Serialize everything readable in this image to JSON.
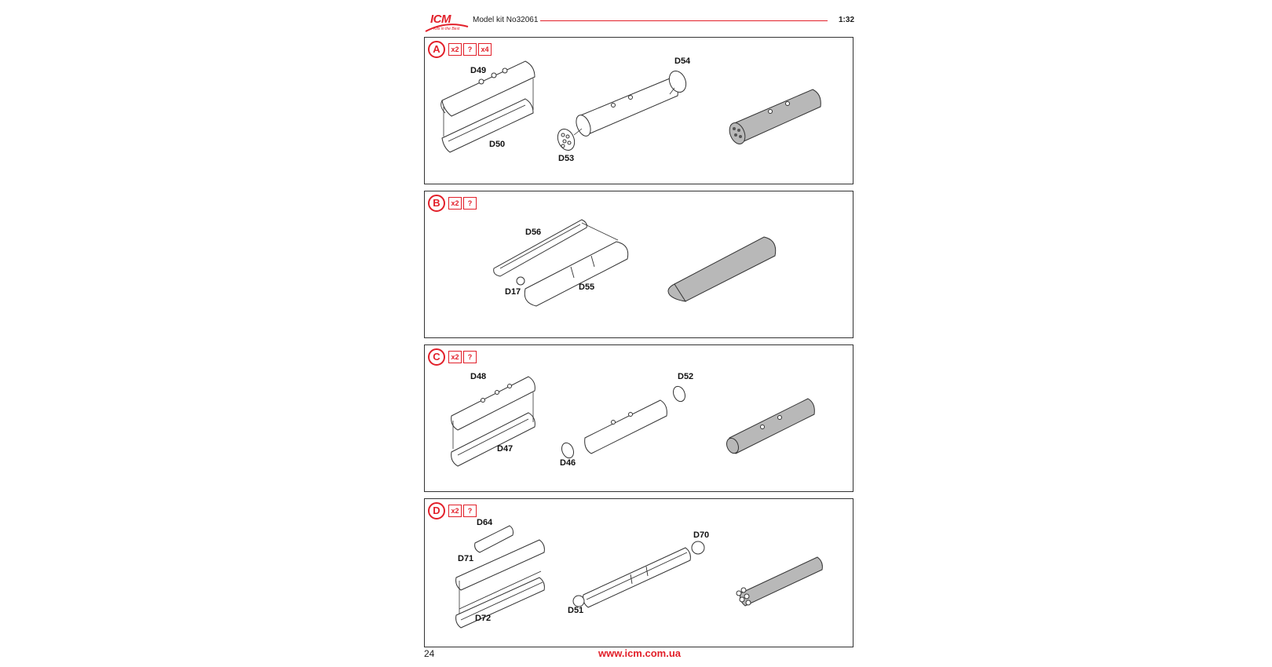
{
  "header": {
    "logo_text": "ICM",
    "logo_tagline": "Kits in the Best",
    "model": "Model kit No32061",
    "scale": "1:32"
  },
  "steps": [
    {
      "letter": "A",
      "qty": [
        "x2",
        "?",
        "x4"
      ],
      "labels": [
        "D49",
        "D50",
        "D53",
        "D54"
      ]
    },
    {
      "letter": "B",
      "qty": [
        "x2",
        "?"
      ],
      "labels": [
        "D56",
        "D17",
        "D55"
      ]
    },
    {
      "letter": "C",
      "qty": [
        "x2",
        "?"
      ],
      "labels": [
        "D48",
        "D47",
        "D46",
        "D52"
      ]
    },
    {
      "letter": "D",
      "qty": [
        "x2",
        "?"
      ],
      "labels": [
        "D64",
        "D71",
        "D72",
        "D51",
        "D70"
      ]
    }
  ],
  "footer": {
    "page": "24",
    "url": "www.icm.com.ua"
  },
  "colors": {
    "accent": "#e2202a"
  }
}
